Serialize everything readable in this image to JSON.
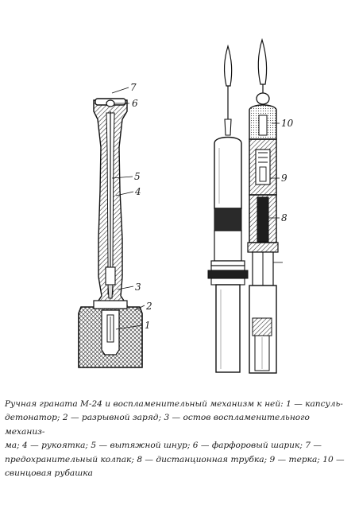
{
  "callouts": {
    "c1": "1",
    "c2": "2",
    "c3": "3",
    "c4": "4",
    "c5": "5",
    "c6": "6",
    "c7": "7",
    "c8": "8",
    "c9": "9",
    "c10": "10"
  },
  "caption": {
    "lines": [
      "Ручная граната М-24 и воспламенительный механизм к ней: 1 — капсуль-",
      "детонатор; 2 — разрывной заряд; 3 — остов воспламенительного механиз-",
      "ма; 4 — рукоятка; 5 — вытяжной шнур; 6 — фарфоровый шарик; 7 —",
      "предохранительный колпак; 8 — дистанционная трубка; 9 — терка; 10 —",
      "свинцовая рубашка"
    ]
  }
}
